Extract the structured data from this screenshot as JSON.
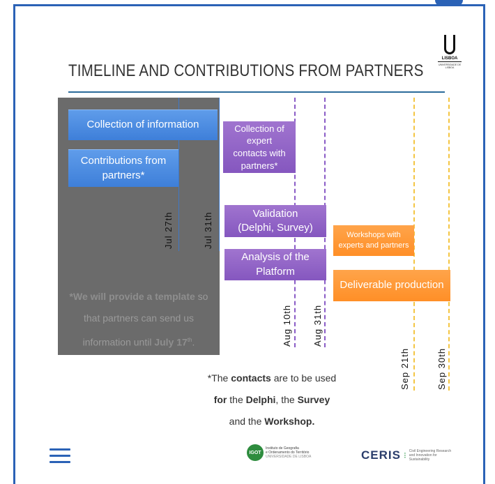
{
  "title": "TIMELINE AND CONTRIBUTIONS FROM PARTNERS",
  "logo_ulisboa": {
    "main": "LISBOA",
    "sub": "UNIVERSIDADE DE LISBOA"
  },
  "boxes": {
    "collection_info": "Collection of information",
    "contributions": "Contributions from partners*",
    "expert_contacts": "Collection of expert contacts with partners*",
    "validation": "Validation (Delphi, Survey)",
    "analysis": "Analysis of the Platform",
    "workshops": "Workshops with experts and partners",
    "deliverable": "Deliverable production"
  },
  "dates": {
    "jul27": "Jul 27th",
    "jul31": "Jul 31th",
    "aug10": "Aug 10th",
    "aug31": "Aug 31th",
    "sep21": "Sep 21th",
    "sep30": "Sep 30th"
  },
  "grey_note": {
    "p1_bold": "*We will provide a template",
    "p1_rest": " so",
    "p2": "that partners can send us",
    "p3_pre": "information until ",
    "p3_bold": "July 17",
    "p3_sup": "th",
    "p3_end": "."
  },
  "contacts_note": {
    "l1_pre": "*The ",
    "l1_bold": "contacts",
    "l1_post": " are to be used",
    "l2_b1": "for",
    "l2_t1": " the ",
    "l2_b2": "Delphi",
    "l2_t2": ", the ",
    "l2_b3": "Survey",
    "l3_pre": "and the ",
    "l3_bold": "Workshop."
  },
  "footer": {
    "igot_badge": "IGOT",
    "igot_l1": "Instituto de Geografia",
    "igot_l2": "e Ordenamento do Território",
    "igot_l3": "UNIVERSIDADE DE LISBOA",
    "ceris_name": "CERIS",
    "ceris_dots": "⁝",
    "ceris_l1": "Civil Engineering Research",
    "ceris_l2": "and Innovation for",
    "ceris_l3": "Sustainability"
  },
  "colors": {
    "blue": "#4a8ae0",
    "purple": "#9064c6",
    "orange": "#ff9632",
    "grey_panel": "#6b6b6b",
    "frame": "#2b62b6"
  }
}
